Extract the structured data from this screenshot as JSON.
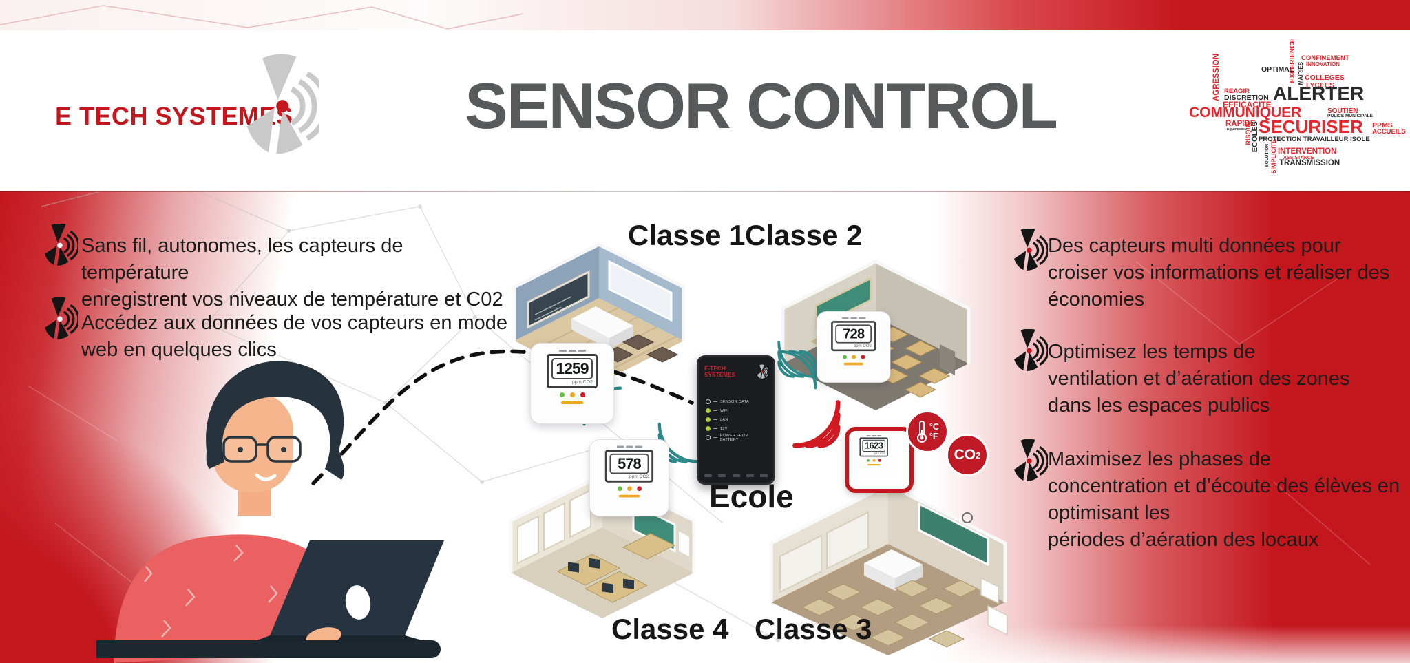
{
  "header": {
    "brand": "E TECH SYSTEMES",
    "title": "SENSOR CONTROL"
  },
  "wordcloud": {
    "words": [
      {
        "t": "AGRESSION"
      },
      {
        "t": "OPTIMAL"
      },
      {
        "t": "EXPERIENCE"
      },
      {
        "t": "MAIRIES"
      },
      {
        "t": "CONFINEMENT"
      },
      {
        "t": "INNOVATION"
      },
      {
        "t": "COLLEGES"
      },
      {
        "t": "LYCEES"
      },
      {
        "t": "REAGIR"
      },
      {
        "t": "DISCRETION"
      },
      {
        "t": "EFFICACITE"
      },
      {
        "t": "ALERTER"
      },
      {
        "t": "COMMUNIQUER"
      },
      {
        "t": "SOUTIEN"
      },
      {
        "t": "POLICE MUNICIPALE"
      },
      {
        "t": "RAPIDE"
      },
      {
        "t": "EQUIPEMENT"
      },
      {
        "t": "RISQUE"
      },
      {
        "t": "ECOLES"
      },
      {
        "t": "SECURISER"
      },
      {
        "t": "PPMS"
      },
      {
        "t": "ACCUEILS"
      },
      {
        "t": "PROTECTION TRAVAILLEUR ISOLE"
      },
      {
        "t": "SIMPLICITE"
      },
      {
        "t": "SOLUTION"
      },
      {
        "t": "INTERVENTION"
      },
      {
        "t": "ASSISTANCE"
      },
      {
        "t": "TRANSMISSION"
      }
    ]
  },
  "left_bullets": {
    "items": [
      {
        "text": "Sans fil, autonomes, les capteurs de température\nenregistrent vos niveaux de température et C02"
      },
      {
        "text": "Accédez aux données de vos capteurs en mode\nweb en quelques clics"
      }
    ]
  },
  "right_bullets": {
    "items": [
      {
        "text": "Des capteurs multi données pour\ncroiser vos informations et réaliser des\néconomies"
      },
      {
        "text": "Optimisez les temps de\nventilation et d’aération des zones\ndans les espaces publics"
      },
      {
        "text": "Maximisez les phases de\nconcentration et d’écoute des élèves en\noptimisant les\npériodes d’aération des locaux"
      }
    ]
  },
  "diagram": {
    "classrooms": [
      {
        "label": "Classe 1",
        "sensor_value": "1259",
        "sensor_unit": "ppm CO2"
      },
      {
        "label": "Classe 2",
        "sensor_value": "728",
        "sensor_unit": "ppm CO2"
      },
      {
        "label": "Classe 3",
        "sensor_value": "1623",
        "sensor_unit": "ppm CO2"
      },
      {
        "label": "Classe 4",
        "sensor_value": "578",
        "sensor_unit": "ppm CO2"
      }
    ],
    "hub": {
      "label": "Ecole",
      "brand": "E-TECH SYSTEMES",
      "leds": [
        {
          "label": "SENSOR DATA",
          "state": "off"
        },
        {
          "label": "WIFI",
          "state": "on"
        },
        {
          "label": "LAN",
          "state": "on"
        },
        {
          "label": "12V",
          "state": "on"
        },
        {
          "label": "POWER FROM BATTERY",
          "state": "off"
        }
      ]
    },
    "badges": {
      "temperature": {
        "c": "°C",
        "f": "°F"
      },
      "co2": {
        "text": "CO",
        "sub": "2"
      }
    }
  },
  "colors": {
    "brand_red": "#c4161d",
    "wordcloud_red": "#e8252c",
    "title_gray": "#58595b",
    "arc_teal": "#2e8b8c",
    "alert_red": "#c4161d"
  }
}
